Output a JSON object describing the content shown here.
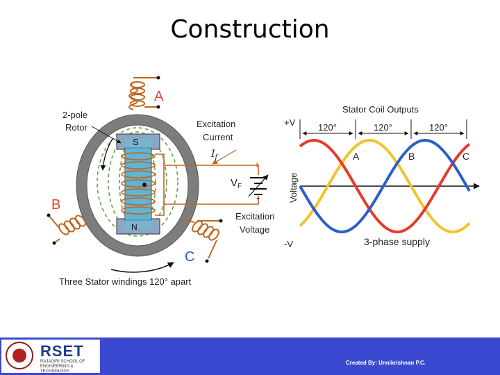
{
  "slide": {
    "title": "Construction",
    "credit": "Created By: Unnikrishnan P.C."
  },
  "logo": {
    "name": "RSET",
    "subtitle": "RAJAGIRI SCHOOL OF ENGINEERING & TECHNOLOGY"
  },
  "machine": {
    "label_rotor": [
      "2-pole",
      "Rotor"
    ],
    "pole_s": "S",
    "pole_n": "N",
    "phase_a": "A",
    "phase_b": "B",
    "phase_c": "C",
    "excitation_current": [
      "Excitation",
      "Current"
    ],
    "current_symbol": "I",
    "current_sub": "f",
    "vf": "V",
    "vf_sub": "F",
    "plus": "+",
    "minus": "-",
    "excitation_voltage": [
      "Excitation",
      "Voltage"
    ],
    "caption": "Three Stator windings 120° apart"
  },
  "waveform": {
    "title": "Stator Coil Outputs",
    "plus_v": "+V",
    "minus_v": "-V",
    "ylabel": "Voltage",
    "spacing_labels": [
      "120°",
      "120°",
      "120°"
    ],
    "phase_labels": [
      "A",
      "B",
      "C"
    ],
    "caption": "3-phase supply",
    "colors": {
      "A": "#2b5fc7",
      "B": "#e53b2b",
      "C": "#f2c32a"
    }
  }
}
